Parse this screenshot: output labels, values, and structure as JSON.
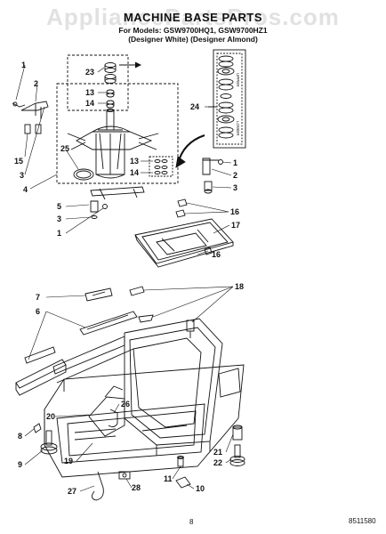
{
  "header": {
    "watermark": "AppliancePartsPros.com",
    "title": "MACHINE BASE PARTS",
    "subtitle_line1": "For Models: GSW9700HQ1, GSW9700HZ1",
    "subtitle_line2": "(Designer White)   (Designer Almond)"
  },
  "upper_label": "UPPER",
  "lower_label": "LOWER",
  "callouts": [
    {
      "id": "c1a",
      "text": "1"
    },
    {
      "id": "c2a",
      "text": "2"
    },
    {
      "id": "c15",
      "text": "15"
    },
    {
      "id": "c3a",
      "text": "3"
    },
    {
      "id": "c4",
      "text": "4"
    },
    {
      "id": "c25",
      "text": "25"
    },
    {
      "id": "c23",
      "text": "23"
    },
    {
      "id": "c13a",
      "text": "13"
    },
    {
      "id": "c14a",
      "text": "14"
    },
    {
      "id": "c24",
      "text": "24"
    },
    {
      "id": "c13b",
      "text": "13"
    },
    {
      "id": "c14b",
      "text": "14"
    },
    {
      "id": "c1b",
      "text": "1"
    },
    {
      "id": "c2b",
      "text": "2"
    },
    {
      "id": "c3b",
      "text": "3"
    },
    {
      "id": "c5",
      "text": "5"
    },
    {
      "id": "c3c",
      "text": "3"
    },
    {
      "id": "c1c",
      "text": "1"
    },
    {
      "id": "c16a",
      "text": "16"
    },
    {
      "id": "c17",
      "text": "17"
    },
    {
      "id": "c16b",
      "text": "16"
    },
    {
      "id": "c7",
      "text": "7"
    },
    {
      "id": "c6",
      "text": "6"
    },
    {
      "id": "c18",
      "text": "18"
    },
    {
      "id": "c20",
      "text": "20"
    },
    {
      "id": "c26",
      "text": "26"
    },
    {
      "id": "c8",
      "text": "8"
    },
    {
      "id": "c9",
      "text": "9"
    },
    {
      "id": "c19",
      "text": "19"
    },
    {
      "id": "c21",
      "text": "21"
    },
    {
      "id": "c22",
      "text": "22"
    },
    {
      "id": "c11",
      "text": "11"
    },
    {
      "id": "c28",
      "text": "28"
    },
    {
      "id": "c27",
      "text": "27"
    },
    {
      "id": "c10",
      "text": "10"
    }
  ],
  "footer": {
    "page_number": "8",
    "doc_number": "8511580"
  }
}
